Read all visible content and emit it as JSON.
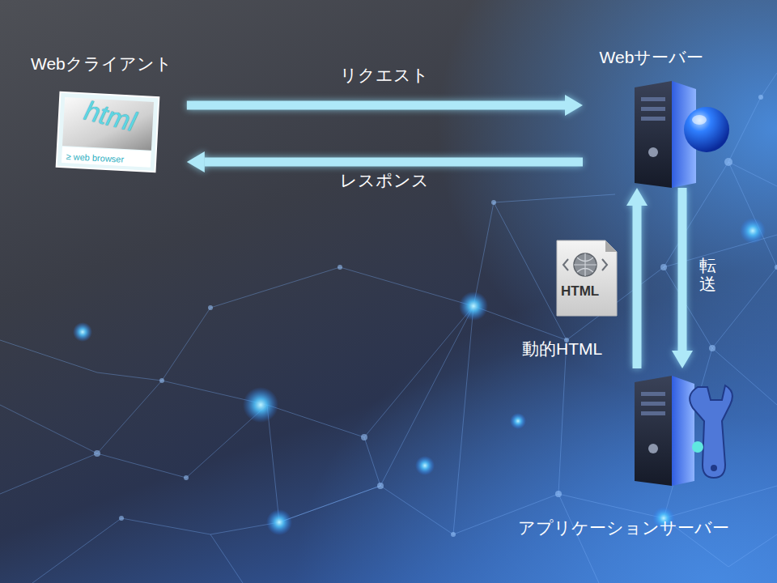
{
  "diagram": {
    "nodes": [
      {
        "text": [
          "Webクライアント"
        ]
      },
      {
        "text": [
          "Webサーバー"
        ]
      },
      {
        "text": [
          "アプリケーションサーバー"
        ]
      }
    ],
    "edges": [
      {
        "from": 0,
        "to": 1,
        "arrow": "to",
        "label": "リクエスト"
      },
      {
        "from": 1,
        "to": 0,
        "arrow": "to",
        "label": "レスポンス"
      },
      {
        "from": 1,
        "to": 2,
        "arrow": "to",
        "label": "転送"
      },
      {
        "from": 2,
        "to": 1,
        "arrow": "to",
        "label": "動的HTML"
      }
    ],
    "labels": [
      "html",
      "≥ web browser",
      "HTML"
    ]
  }
}
